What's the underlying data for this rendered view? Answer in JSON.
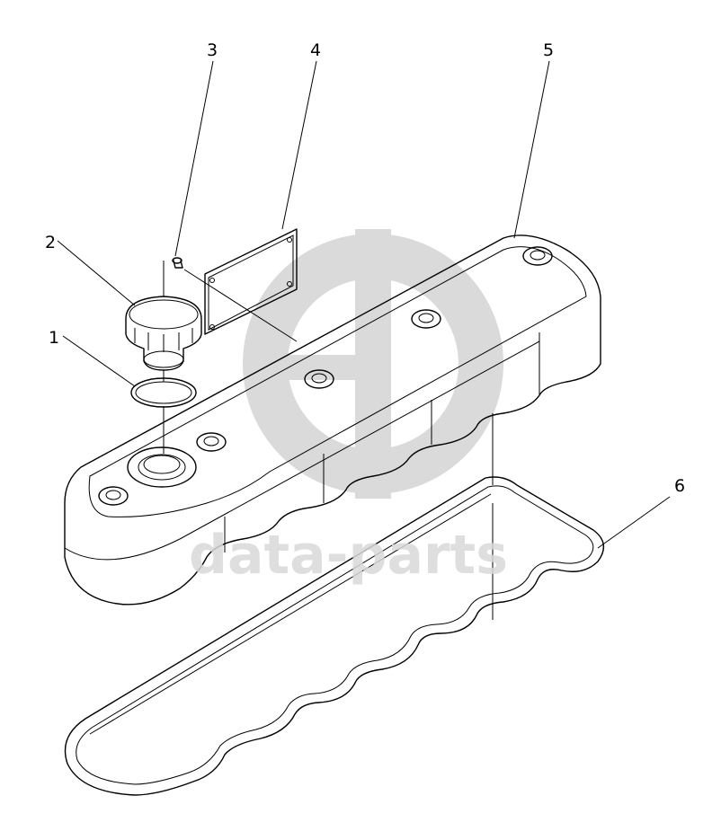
{
  "watermark": {
    "text": "data-parts",
    "logo_icon": "gd-monogram-logo",
    "color": "#cfcfcf"
  },
  "callouts": [
    {
      "id": "1",
      "label": "1",
      "part": "o-ring"
    },
    {
      "id": "2",
      "label": "2",
      "part": "oil-filler-cap"
    },
    {
      "id": "3",
      "label": "3",
      "part": "screw"
    },
    {
      "id": "4",
      "label": "4",
      "part": "nameplate"
    },
    {
      "id": "5",
      "label": "5",
      "part": "valve-cover"
    },
    {
      "id": "6",
      "label": "6",
      "part": "cover-gasket"
    }
  ]
}
